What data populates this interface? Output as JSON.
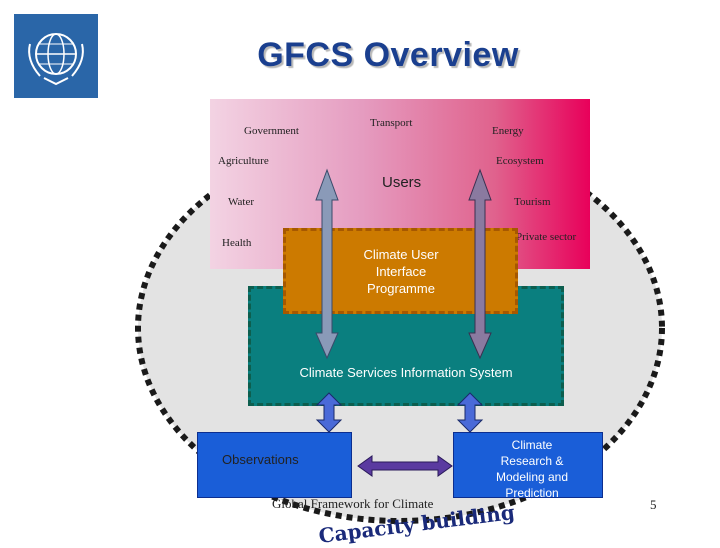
{
  "title": "GFCS Overview",
  "users": {
    "title": "Users",
    "sectors": [
      "Government",
      "Transport",
      "Energy",
      "Agriculture",
      "Ecosystem",
      "Water",
      "Tourism",
      "Health",
      "Private sector"
    ]
  },
  "components": {
    "cuip": "Climate User\nInterface\nProgramme",
    "csis": "Climate Services Information System",
    "observations": "Observations",
    "research": "Climate\nResearch &\nModeling and\nPrediction"
  },
  "footer": {
    "text": "Global Framework for Climate",
    "page_number": "5",
    "capacity_building": "Capacity building"
  },
  "colors": {
    "users_gradient_start": "#f3d3e3",
    "users_gradient_end": "#e8005a",
    "csis": "#0a7f7f",
    "cuip": "#cc7a00",
    "observations": "#1a5ed8",
    "research": "#1a5ed8",
    "ellipse_fill": "#e3e3e3",
    "title": "#1a3f8f"
  },
  "icons": [
    "wmo-logo"
  ]
}
